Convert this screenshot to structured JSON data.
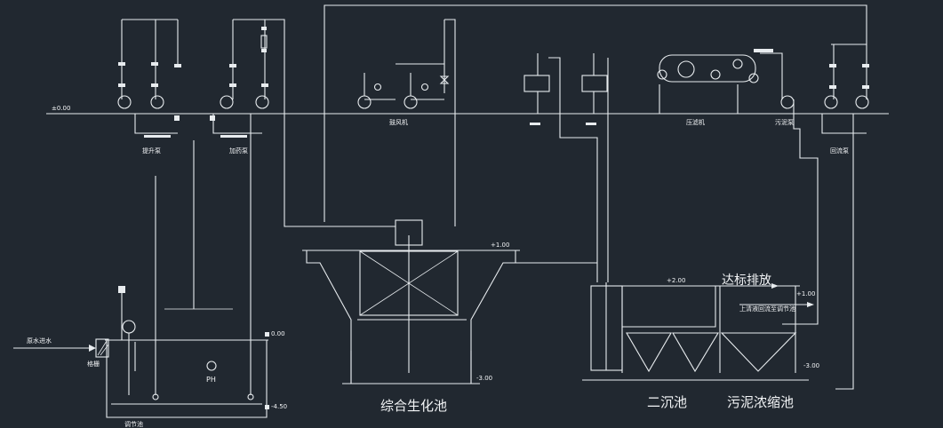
{
  "colors": {
    "background": "#212830",
    "line": "#e8ecef",
    "label": "#f2f4f6"
  },
  "icons": [
    "pump-icon",
    "valve-icon",
    "gauge-icon",
    "motor-icon",
    "arrow-icon"
  ],
  "elevations": {
    "ground": "±0.00",
    "bio_top": "+1.00",
    "bio_bottom": "-3.00",
    "clarifier_top": "+2.00",
    "thickener_top": "+1.00",
    "thickener_bottom": "-3.00",
    "tank_top": "0.00",
    "tank_bottom": "-4.50"
  },
  "labels": {
    "inlet": "原水进水",
    "screen": "格栅",
    "ph_sensor": "PH",
    "bio_tank": "综合生化池",
    "secondary_clarifier": "二沉池",
    "thickener": "污泥浓缩池",
    "discharge": "达标排放",
    "supernatant": "上清液回流至调节池",
    "belt_press": "压滤机",
    "sludge_pump": "污泥泵",
    "pump_group_1": "提升泵",
    "pump_group_2": "加药泵",
    "blower": "鼓风机",
    "return_pump": "回流泵",
    "regulating_tank": "调节池"
  }
}
